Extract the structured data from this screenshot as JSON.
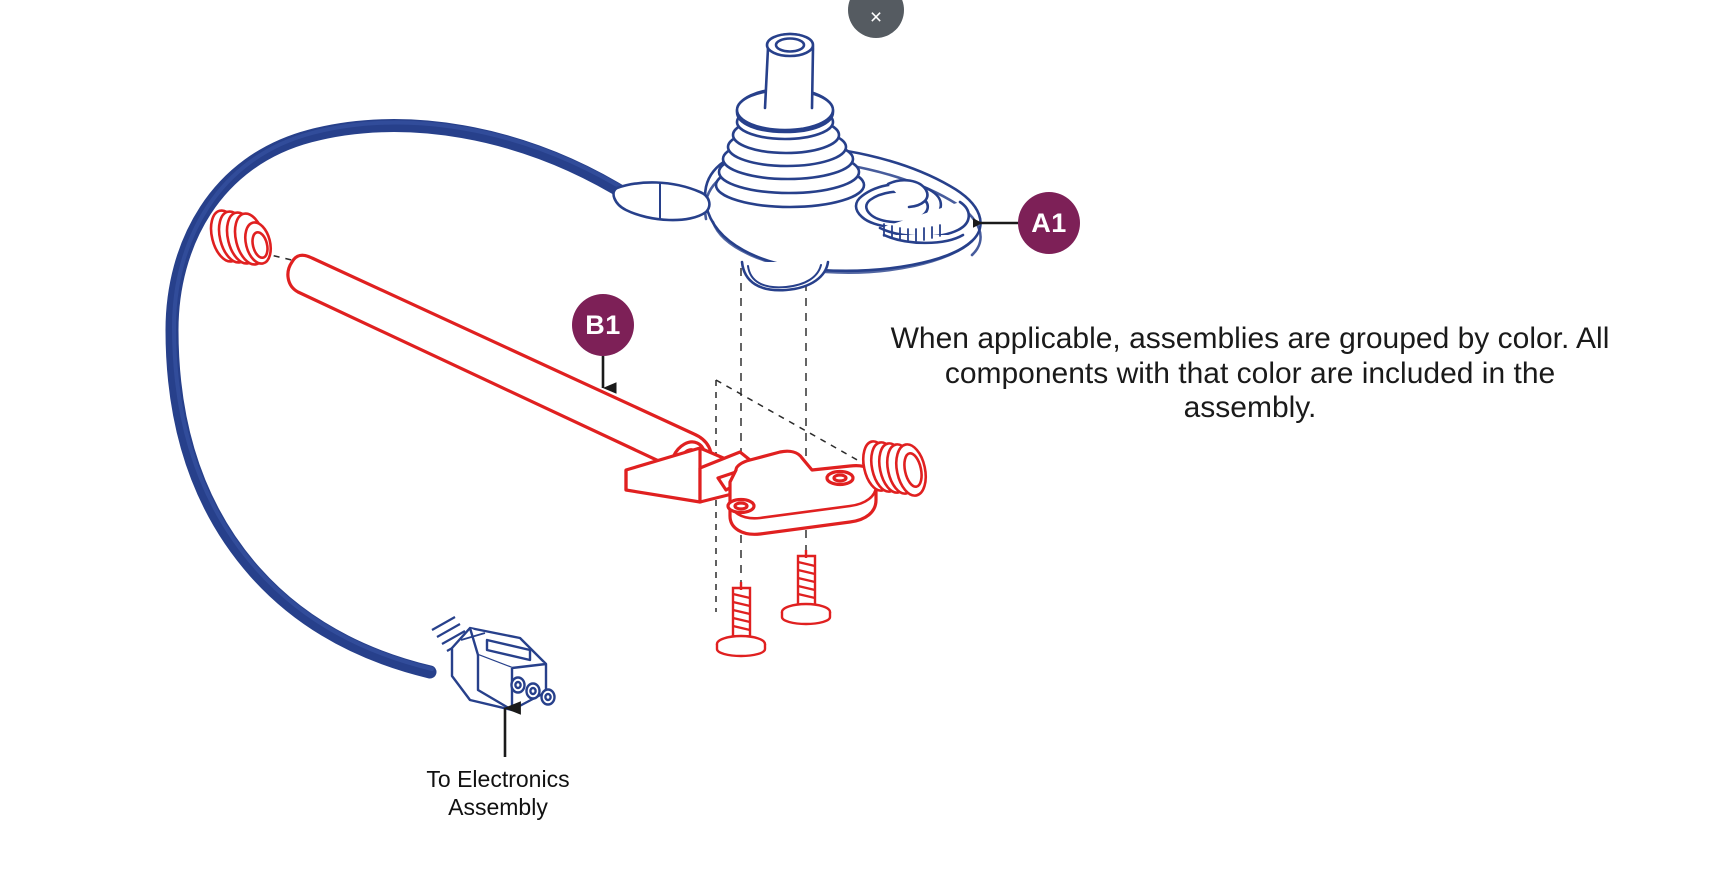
{
  "window": {
    "background_color": "#ffffff"
  },
  "controls": {
    "close_button": {
      "label": "×",
      "name": "close-icon",
      "background_color": "#555b61",
      "foreground_color": "#ffffff"
    }
  },
  "colors": {
    "badge_purple": "#7d2057",
    "assembly_blue": "#27408b",
    "assembly_red": "#e02020",
    "leader_line": "#1a1a1a",
    "dashed_line": "#4a4a4a",
    "text": "#1a1a1a"
  },
  "callouts": [
    {
      "id": "A1",
      "label": "A1",
      "points_to": "joystick-controller",
      "arrow_direction": "left"
    },
    {
      "id": "B1",
      "label": "B1",
      "points_to": "mounting-tube",
      "arrow_direction": "down"
    }
  ],
  "notes": {
    "color_grouping": {
      "line1": "When applicable, assemblies are grouped",
      "line2": "by color. All components with that color",
      "line3": "are included in the assembly."
    }
  },
  "labels": {
    "cable_destination": {
      "line1": "To Electronics",
      "line2": "Assembly",
      "arrow_direction": "up"
    }
  },
  "parts": [
    {
      "name": "joystick-controller",
      "color_group": "blue",
      "callout": "A1"
    },
    {
      "name": "joystick-cable",
      "color_group": "blue",
      "callout": "A1"
    },
    {
      "name": "cable-connector-plug",
      "color_group": "blue",
      "callout": "A1"
    },
    {
      "name": "mounting-tube",
      "color_group": "red",
      "callout": "B1"
    },
    {
      "name": "mounting-bracket",
      "color_group": "red",
      "callout": "B1"
    },
    {
      "name": "tube-end-cap-left",
      "color_group": "red",
      "callout": "B1"
    },
    {
      "name": "tube-end-cap-right",
      "color_group": "red",
      "callout": "B1"
    },
    {
      "name": "mounting-screw-left",
      "color_group": "red",
      "callout": "B1"
    },
    {
      "name": "mounting-screw-right",
      "color_group": "red",
      "callout": "B1"
    }
  ]
}
